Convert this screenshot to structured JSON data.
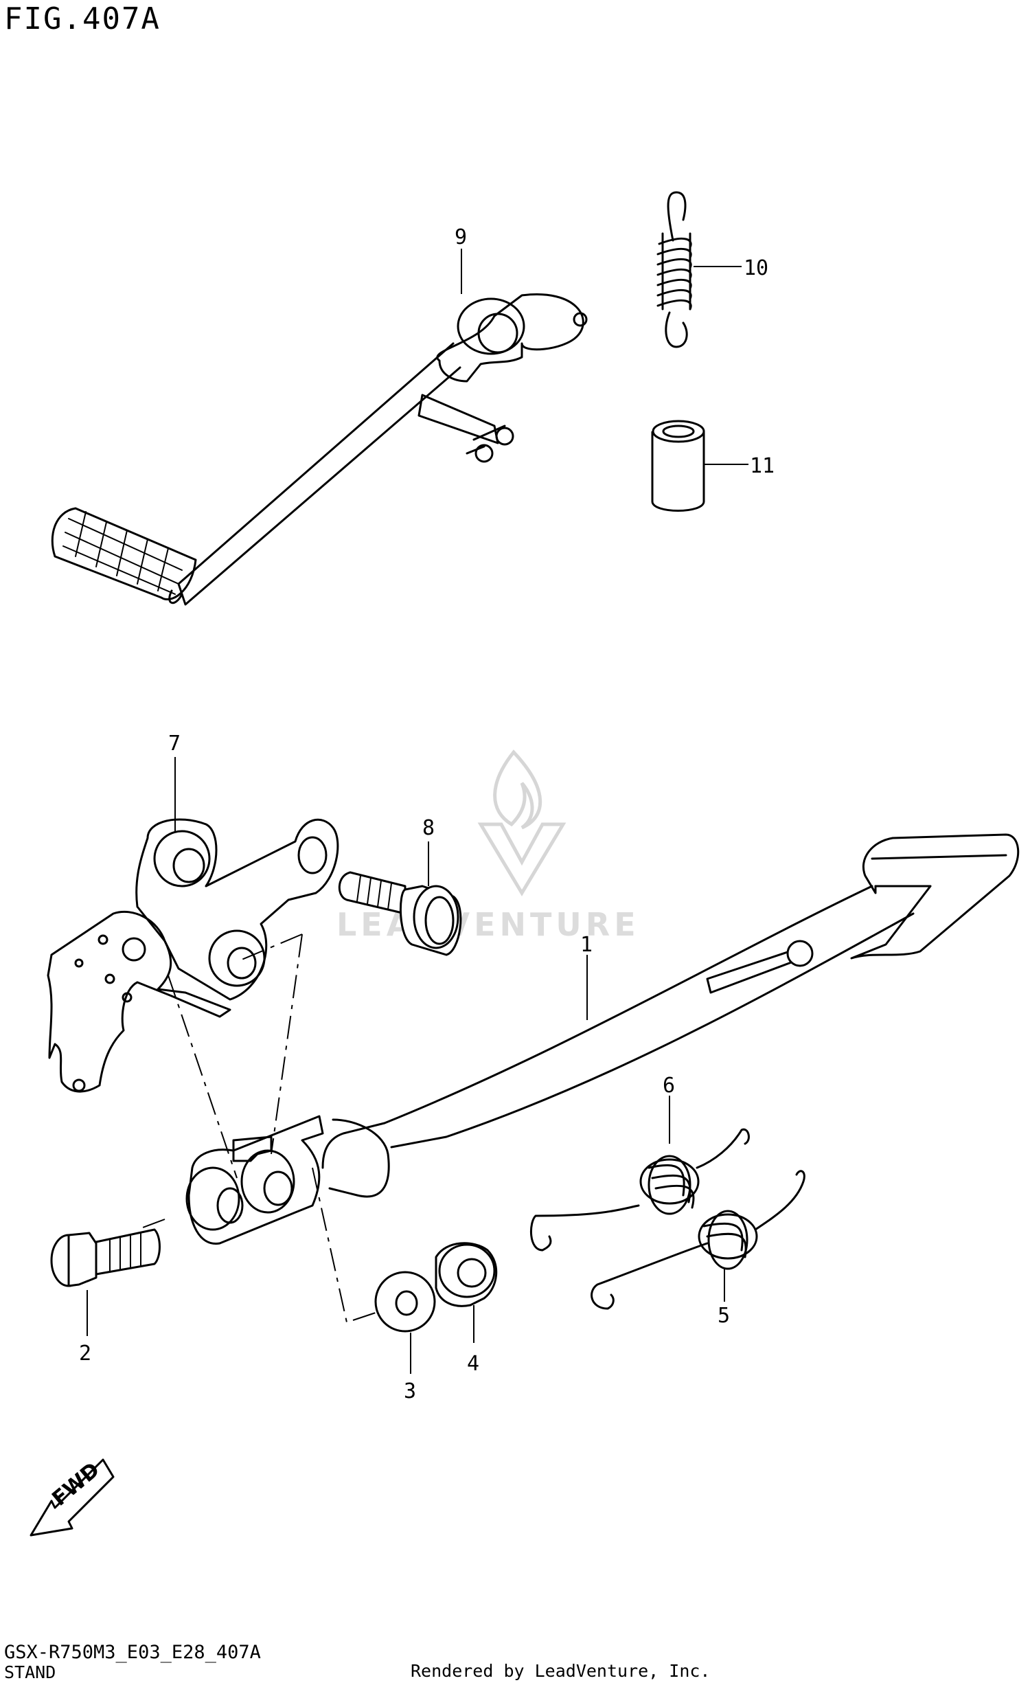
{
  "figure": {
    "title": "FIG.407A",
    "model_code": "GSX-R750M3_E03_E28_407A",
    "section_name": "STAND",
    "rendered_by": "Rendered by LeadVenture, Inc."
  },
  "watermark": {
    "text": "LEADVENTURE"
  },
  "direction_marker": {
    "text": "FWD"
  },
  "callouts": [
    "1",
    "2",
    "3",
    "4",
    "5",
    "6",
    "7",
    "8",
    "9",
    "10",
    "11"
  ]
}
